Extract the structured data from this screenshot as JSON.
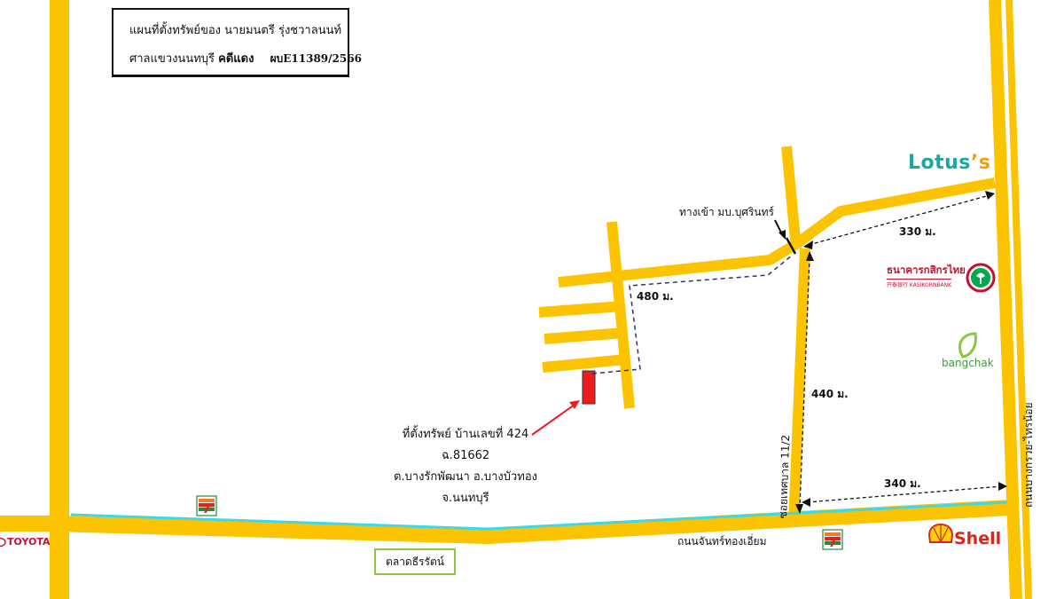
{
  "title": {
    "line1": "แผนที่ตั้งทรัพย์ของ นายมนตรี รุ่งชวาลนนท์",
    "court": "ศาลแขวงนนทบุรี",
    "red_case_label": "คดีแดง",
    "case_number": "ผบE11389/2566"
  },
  "labels": {
    "entrance": "ทางเข้า มบ.บุศรินทร์",
    "dist_480": "480 ม.",
    "dist_330": "330 ม.",
    "dist_440": "440 ม.",
    "dist_340": "340 ม.",
    "soi": "ซอยเทศบาล 11/2",
    "main_road": "ถนนจันทร์ทองเอี่ยม",
    "right_road": "ถนนบางกรวย-ไทรน้อย"
  },
  "property": {
    "line1": "ที่ตั้งทรัพย์ บ้านเลขที่  424",
    "line2": "ฉ.81662",
    "line3": "ต.บางรักพัฒนา อ.บางบัวทอง",
    "line4": "จ.นนทบุรี"
  },
  "landmarks": {
    "market": "ตลาดธีรรัตน์",
    "lotus_main": "Lotus",
    "lotus_suffix": "’s",
    "kbank_th": "ธนาคารกสิกรไทย",
    "kbank_en": "开泰银行 KASIKORNBANK",
    "bangchak": "bangchak",
    "shell": "Shell",
    "toyota": "TOYOTA",
    "seven_eleven_icon": "seven-eleven-icon"
  },
  "colors": {
    "road": "#fcc400",
    "canal": "#3fd8e8",
    "property": "#ee1c1c",
    "arrow": "#ee1c1c",
    "route_dash": "#2c3570",
    "distance_arrow": "#111111"
  }
}
